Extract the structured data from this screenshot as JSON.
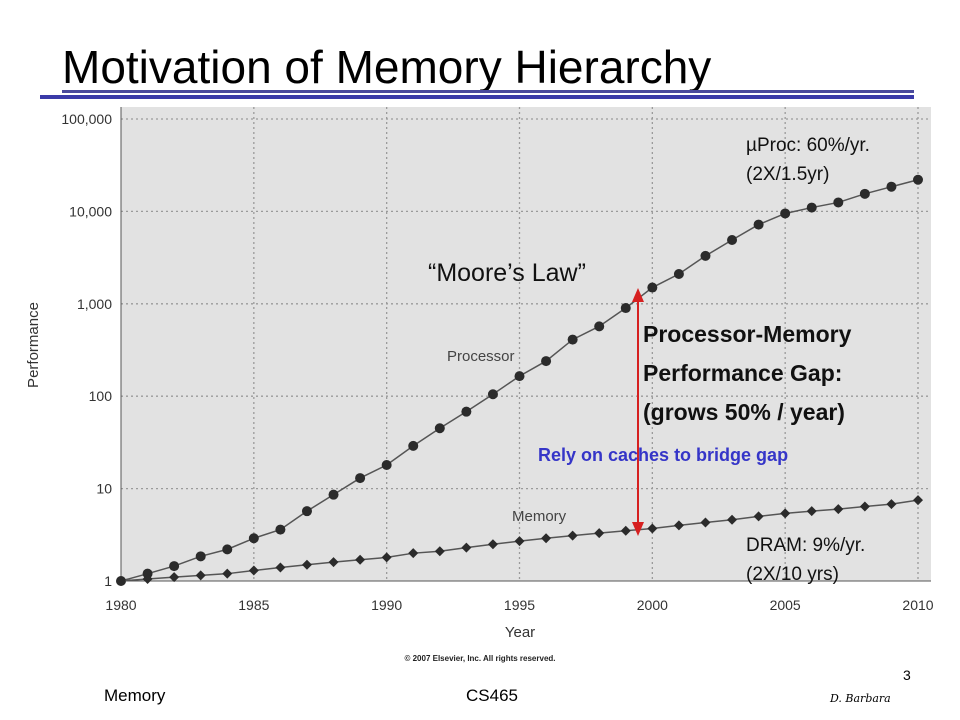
{
  "slide": {
    "title": "Motivation of Memory Hierarchy",
    "footer_left": "Memory",
    "footer_center": "CS465",
    "page_number": "3",
    "signature": "D. Barbara",
    "copyright": "© 2007 Elsevier, Inc. All rights reserved."
  },
  "annotations": {
    "proc_rate": "µProc: 60%/yr.",
    "proc_double": "(2X/1.5yr)",
    "moores_law": "“Moore’s Law”",
    "gap_line1": "Processor-Memory",
    "gap_line2": "Performance Gap:",
    "gap_line3": "(grows 50% / year)",
    "caches": "Rely on caches to bridge gap",
    "dram_rate": "DRAM: 9%/yr.",
    "dram_double": "(2X/10 yrs)"
  },
  "colors": {
    "plot_bg": "#e2e2e2",
    "marker": "#2b2b2b",
    "gap_arrow": "#d62020",
    "caches_text": "#3535c8",
    "title_rule": "#3a3aa8"
  },
  "chart_data": {
    "type": "line",
    "xlabel": "Year",
    "ylabel": "Performance",
    "xlim": [
      1980,
      2010
    ],
    "ylim": [
      1,
      100000
    ],
    "yscale": "log",
    "grid": true,
    "x_ticks": [
      "1980",
      "1985",
      "1990",
      "1995",
      "2000",
      "2005",
      "2010"
    ],
    "y_ticks": [
      "1",
      "10",
      "100",
      "1,000",
      "10,000",
      "100,000"
    ],
    "series": [
      {
        "name": "Processor",
        "marker": "circle",
        "x": [
          1980,
          1981,
          1982,
          1983,
          1984,
          1985,
          1986,
          1987,
          1988,
          1989,
          1990,
          1991,
          1992,
          1993,
          1994,
          1995,
          1996,
          1997,
          1998,
          1999,
          2000,
          2001,
          2002,
          2003,
          2004,
          2005,
          2006,
          2007,
          2008,
          2009,
          2010
        ],
        "values": [
          1,
          1.2,
          1.45,
          1.85,
          2.2,
          2.9,
          3.6,
          5.7,
          8.6,
          13,
          18,
          29,
          45,
          68,
          105,
          165,
          240,
          410,
          570,
          900,
          1500,
          2100,
          3300,
          4900,
          7200,
          9500,
          11000,
          12500,
          15500,
          18500,
          22000
        ]
      },
      {
        "name": "Memory",
        "marker": "diamond",
        "x": [
          1980,
          1981,
          1982,
          1983,
          1984,
          1985,
          1986,
          1987,
          1988,
          1989,
          1990,
          1991,
          1992,
          1993,
          1994,
          1995,
          1996,
          1997,
          1998,
          1999,
          2000,
          2001,
          2002,
          2003,
          2004,
          2005,
          2006,
          2007,
          2008,
          2009,
          2010
        ],
        "values": [
          1,
          1.05,
          1.1,
          1.15,
          1.2,
          1.3,
          1.4,
          1.5,
          1.6,
          1.7,
          1.8,
          2.0,
          2.1,
          2.3,
          2.5,
          2.7,
          2.9,
          3.1,
          3.3,
          3.5,
          3.7,
          4.0,
          4.3,
          4.6,
          5.0,
          5.4,
          5.7,
          6.0,
          6.4,
          6.8,
          7.5
        ]
      }
    ]
  }
}
